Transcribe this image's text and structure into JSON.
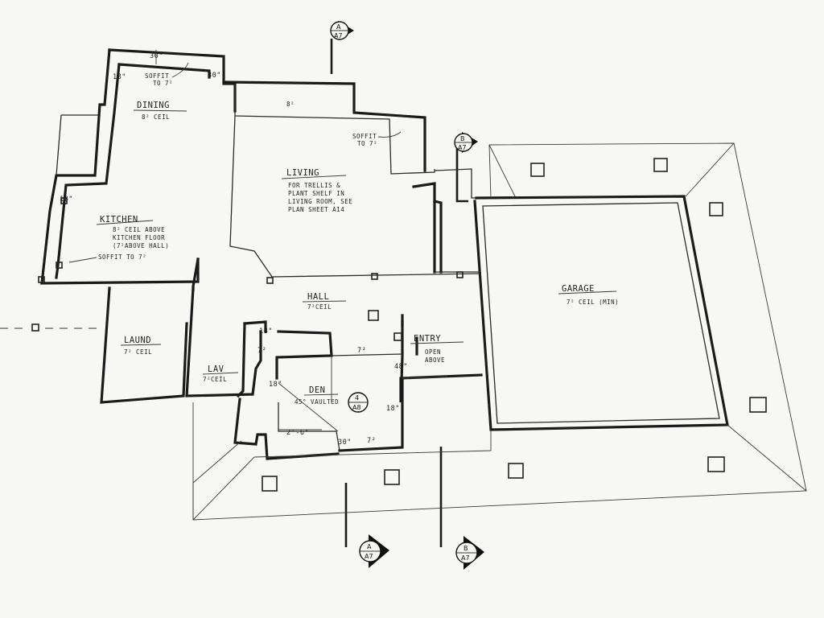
{
  "rooms": {
    "dining": {
      "name": "DINING",
      "note": "8² CEIL"
    },
    "living": {
      "name": "LIVING",
      "note_lines": [
        "FOR TRELLIS &",
        "PLANT SHELF IN",
        "LIVING ROOM, SEE",
        "PLAN SHEET A14"
      ]
    },
    "kitchen": {
      "name": "KITCHEN",
      "note_lines": [
        "8² CEIL ABOVE",
        "KITCHEN FLOOR",
        "(7²ABOVE HALL)"
      ]
    },
    "hall": {
      "name": "HALL",
      "note": "7²CEIL"
    },
    "laundry": {
      "name": "LAUND",
      "note": "7² CEIL"
    },
    "lav": {
      "name": "LAV",
      "note": "7²CEIL"
    },
    "entry": {
      "name": "ENTRY",
      "note_lines": [
        "OPEN",
        "ABOVE"
      ]
    },
    "den": {
      "name": "DEN",
      "note": "45° VAULTED"
    },
    "garage": {
      "name": "GARAGE",
      "note": "7² CEIL (MIN)"
    }
  },
  "notes": {
    "soffit_dining": [
      "SOFFIT",
      "TO 7²"
    ],
    "soffit_living": [
      "SOFFIT",
      "TO 7²"
    ],
    "soffit_kitchen": "SOFFIT TO 7²",
    "living_ceiling": "8²"
  },
  "dimensions": {
    "d30": "30\"",
    "d18_dining": "18\"",
    "d30_dining": "30\"",
    "d18_kitchen": "18\"",
    "d18_hall": "18\"",
    "d74_hall": "7²",
    "d18_lav": "18\"",
    "d72": "7²",
    "d48": "48\"",
    "d18_den": "18\"",
    "d26": "2'-6\"",
    "d30_den": "30\"",
    "d74_den": "7²"
  },
  "section_markers": [
    {
      "id": "marker-a-top",
      "letter": "A",
      "sheet": "A7"
    },
    {
      "id": "marker-b-right",
      "letter": "B",
      "sheet": "A7"
    },
    {
      "id": "marker-4-den",
      "letter": "4",
      "sheet": "A8"
    },
    {
      "id": "marker-a-bottom",
      "letter": "A",
      "sheet": "A7"
    },
    {
      "id": "marker-b-bottom",
      "letter": "B",
      "sheet": "A7"
    }
  ]
}
